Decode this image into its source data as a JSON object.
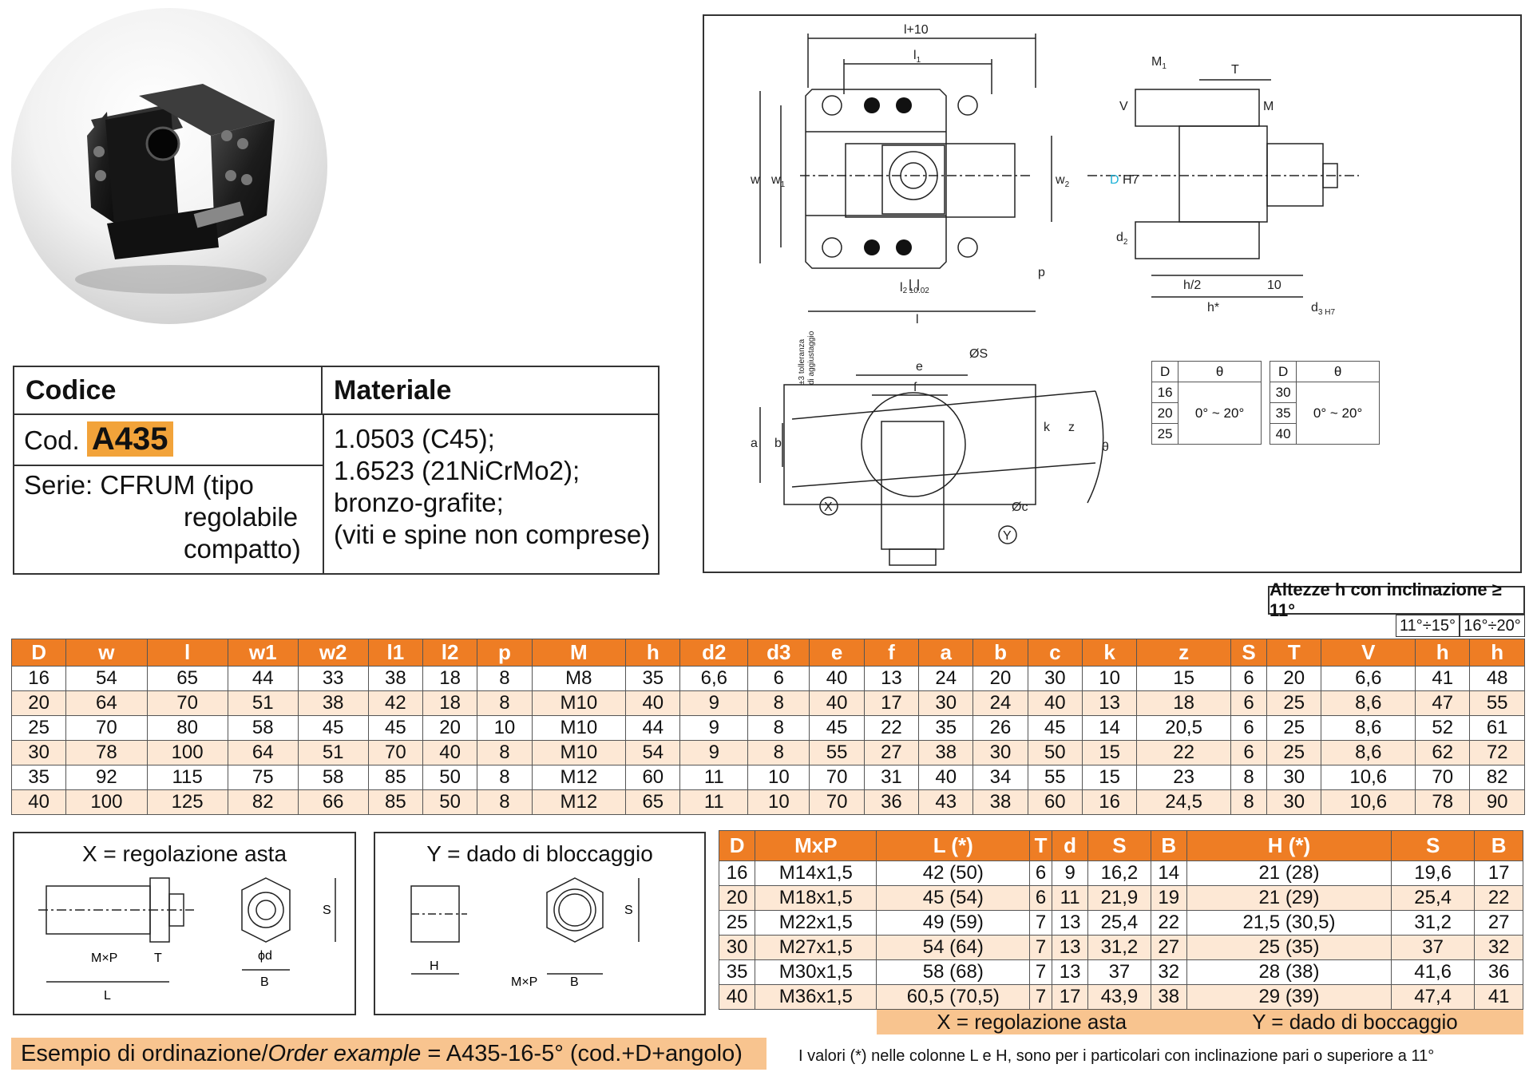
{
  "catalog": {
    "code_header": "Codice",
    "material_header": "Materiale",
    "code_prefix": "Cod.",
    "code_value": "A435",
    "series_lines": [
      "Serie: CFRUM (tipo",
      "regolabile",
      "compatto)"
    ],
    "material_lines": [
      "1.0503 (C45);",
      "1.6523 (21NiCrMo2);",
      "bronzo-grafite;",
      "(viti e spine non comprese)"
    ]
  },
  "drawing": {
    "labels": {
      "l10": "l+10",
      "l1": "l",
      "l1_sub": "1",
      "w": "w",
      "w1": "w",
      "w1_sub": "1",
      "w2": "w",
      "w2_sub": "2",
      "l2": "l",
      "l2_sub": "2 ±0.02",
      "l": "l",
      "p": "p",
      "M1": "M",
      "M1_sub": "1",
      "T": "T",
      "V": "V",
      "M": "M",
      "DH7_D": "D",
      "DH7_rest": " H7",
      "d2": "d",
      "d2_sub": "2",
      "h2": "h/2",
      "ten": "10",
      "hstar": "h*",
      "d3": "d",
      "d3_sub": "3 H7",
      "e": "e",
      "f": "f",
      "OS": "ØS",
      "a": "a",
      "b": "b",
      "k": "k",
      "z": "z",
      "theta": "θ",
      "Oc": "Øc",
      "X": "X",
      "Y": "Y",
      "tol1": "±3 tolleranza",
      "tol2": "di aggiustaggio"
    },
    "theta_tables": [
      {
        "headers": [
          "D",
          "θ"
        ],
        "rows": [
          "16",
          "20",
          "25"
        ],
        "range": "0° ~ 20°"
      },
      {
        "headers": [
          "D",
          "θ"
        ],
        "rows": [
          "30",
          "35",
          "40"
        ],
        "range": "0° ~ 20°"
      }
    ],
    "colors": {
      "accent_D": "#1fb3d8"
    }
  },
  "heights": {
    "title": "Altezze h con inclinazione ≥ 11°",
    "sub1": "11°÷15°",
    "sub2": "16°÷20°"
  },
  "dimensions": {
    "headers": [
      "D",
      "w",
      "l",
      "w1",
      "w2",
      "l1",
      "l2",
      "p",
      "M",
      "h",
      "d2",
      "d3",
      "e",
      "f",
      "a",
      "b",
      "c",
      "k",
      "z",
      "S",
      "T",
      "V",
      "h",
      "h"
    ],
    "rows": [
      [
        "16",
        "54",
        "65",
        "44",
        "33",
        "38",
        "18",
        "8",
        "M8",
        "35",
        "6,6",
        "6",
        "40",
        "13",
        "24",
        "20",
        "30",
        "10",
        "15",
        "6",
        "20",
        "6,6",
        "41",
        "48"
      ],
      [
        "20",
        "64",
        "70",
        "51",
        "38",
        "42",
        "18",
        "8",
        "M10",
        "40",
        "9",
        "8",
        "40",
        "17",
        "30",
        "24",
        "40",
        "13",
        "18",
        "6",
        "25",
        "8,6",
        "47",
        "55"
      ],
      [
        "25",
        "70",
        "80",
        "58",
        "45",
        "45",
        "20",
        "10",
        "M10",
        "44",
        "9",
        "8",
        "45",
        "22",
        "35",
        "26",
        "45",
        "14",
        "20,5",
        "6",
        "25",
        "8,6",
        "52",
        "61"
      ],
      [
        "30",
        "78",
        "100",
        "64",
        "51",
        "70",
        "40",
        "8",
        "M10",
        "54",
        "9",
        "8",
        "55",
        "27",
        "38",
        "30",
        "50",
        "15",
        "22",
        "6",
        "25",
        "8,6",
        "62",
        "72"
      ],
      [
        "35",
        "92",
        "115",
        "75",
        "58",
        "85",
        "50",
        "8",
        "M12",
        "60",
        "11",
        "10",
        "70",
        "31",
        "40",
        "34",
        "55",
        "15",
        "23",
        "8",
        "30",
        "10,6",
        "70",
        "82"
      ],
      [
        "40",
        "100",
        "125",
        "82",
        "66",
        "85",
        "50",
        "8",
        "M12",
        "65",
        "11",
        "10",
        "70",
        "36",
        "43",
        "38",
        "60",
        "16",
        "24,5",
        "8",
        "30",
        "10,6",
        "78",
        "90"
      ]
    ]
  },
  "x_box": {
    "title": "X = regolazione asta",
    "MxP": "M×P",
    "T": "T",
    "L": "L",
    "S": "S",
    "d": "ϕd",
    "B": "B"
  },
  "y_box": {
    "title": "Y = dado di bloccaggio",
    "H": "H",
    "MxP": "M×P",
    "B": "B",
    "S": "S"
  },
  "nut_table": {
    "headers": [
      "D",
      "MxP",
      "L  (*)",
      "T",
      "d",
      "S",
      "B",
      "H  (*)",
      "S",
      "B"
    ],
    "rows": [
      [
        "16",
        "M14x1,5",
        "42 (50)",
        "6",
        "9",
        "16,2",
        "14",
        "21 (28)",
        "19,6",
        "17"
      ],
      [
        "20",
        "M18x1,5",
        "45 (54)",
        "6",
        "11",
        "21,9",
        "19",
        "21 (29)",
        "25,4",
        "22"
      ],
      [
        "25",
        "M22x1,5",
        "49 (59)",
        "7",
        "13",
        "25,4",
        "22",
        "21,5 (30,5)",
        "31,2",
        "27"
      ],
      [
        "30",
        "M27x1,5",
        "54 (64)",
        "7",
        "13",
        "31,2",
        "27",
        "25 (35)",
        "37",
        "32"
      ],
      [
        "35",
        "M30x1,5",
        "58 (68)",
        "7",
        "13",
        "37",
        "32",
        "28 (38)",
        "41,6",
        "36"
      ],
      [
        "40",
        "M36x1,5",
        "60,5 (70,5)",
        "7",
        "17",
        "43,9",
        "38",
        "29 (39)",
        "47,4",
        "41"
      ]
    ],
    "footer_x": "X = regolazione asta",
    "footer_y": "Y = dado di boccaggio"
  },
  "order_example": {
    "prefix": "Esempio di ordinazione/",
    "italic": "Order example",
    "suffix": " = A435-16-5° (cod.+D+angolo)"
  },
  "footnote": "I valori (*) nelle colonne L e H, sono per i particolari con inclinazione pari o superiore a 11°"
}
